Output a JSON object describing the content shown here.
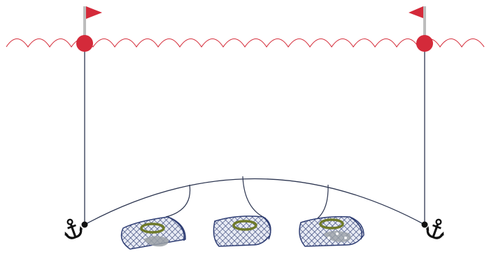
{
  "diagram": {
    "colors": {
      "water": "#d6323f",
      "buoy": "#d42a3a",
      "flag": "#d42a3a",
      "pole": "#bdbdbd",
      "rope": "#2c3550",
      "anchor": "#111111",
      "trap_net": "#2e3d73",
      "trap_ring": "#6f7a2a",
      "catch": "#9aa0a6"
    },
    "buoys": [
      {
        "name": "left-buoy",
        "flag_direction": "right"
      },
      {
        "name": "right-buoy",
        "flag_direction": "left"
      }
    ],
    "anchors": [
      {
        "name": "left-anchor",
        "icon": "anchor-icon"
      },
      {
        "name": "right-anchor",
        "icon": "anchor-icon"
      }
    ],
    "traps": [
      {
        "name": "trap-1",
        "icon": "net-trap-icon",
        "has_catch": true
      },
      {
        "name": "trap-2",
        "icon": "net-trap-icon",
        "has_catch": false
      },
      {
        "name": "trap-3",
        "icon": "net-trap-icon",
        "has_catch": true
      }
    ]
  }
}
